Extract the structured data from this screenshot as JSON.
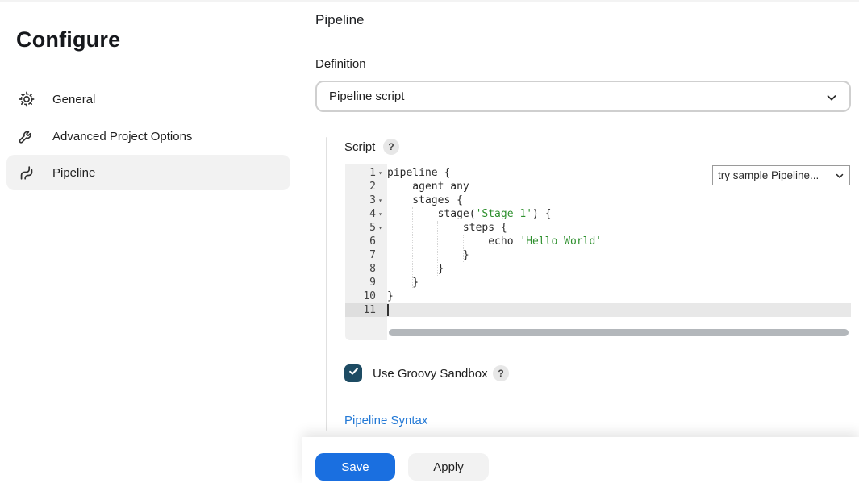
{
  "sidebar": {
    "title": "Configure",
    "items": [
      {
        "label": "General",
        "icon": "gear-icon",
        "selected": false
      },
      {
        "label": "Advanced Project Options",
        "icon": "wrench-icon",
        "selected": false
      },
      {
        "label": "Pipeline",
        "icon": "pipeline-icon",
        "selected": true
      }
    ]
  },
  "main": {
    "title": "Pipeline",
    "definition": {
      "label": "Definition",
      "selected_option": "Pipeline script"
    },
    "script_section": {
      "label": "Script",
      "help_icon": "?",
      "sample_dropdown_value": "try sample Pipeline...",
      "editor": {
        "active_line": 11,
        "lines": [
          {
            "num": "1",
            "fold": true,
            "segments": [
              {
                "text": "pipeline {",
                "type": "plain"
              }
            ]
          },
          {
            "num": "2",
            "fold": false,
            "segments": [
              {
                "text": "    agent any",
                "type": "plain"
              }
            ]
          },
          {
            "num": "3",
            "fold": true,
            "segments": [
              {
                "text": "    stages {",
                "type": "plain"
              }
            ]
          },
          {
            "num": "4",
            "fold": true,
            "segments": [
              {
                "text": "        stage(",
                "type": "plain"
              },
              {
                "text": "'Stage 1'",
                "type": "string"
              },
              {
                "text": ") {",
                "type": "plain"
              }
            ]
          },
          {
            "num": "5",
            "fold": true,
            "segments": [
              {
                "text": "            steps {",
                "type": "plain"
              }
            ]
          },
          {
            "num": "6",
            "fold": false,
            "segments": [
              {
                "text": "                echo ",
                "type": "plain"
              },
              {
                "text": "'Hello World'",
                "type": "string"
              }
            ]
          },
          {
            "num": "7",
            "fold": false,
            "segments": [
              {
                "text": "            }",
                "type": "plain"
              }
            ]
          },
          {
            "num": "8",
            "fold": false,
            "segments": [
              {
                "text": "        }",
                "type": "plain"
              }
            ]
          },
          {
            "num": "9",
            "fold": false,
            "segments": [
              {
                "text": "    }",
                "type": "plain"
              }
            ]
          },
          {
            "num": "10",
            "fold": false,
            "segments": [
              {
                "text": "}",
                "type": "plain"
              }
            ]
          },
          {
            "num": "11",
            "fold": false,
            "segments": []
          }
        ]
      }
    },
    "sandbox": {
      "label": "Use Groovy Sandbox",
      "checked": true,
      "help_icon": "?"
    },
    "syntax_link_label": "Pipeline Syntax"
  },
  "footer": {
    "save_label": "Save",
    "apply_label": "Apply"
  },
  "colors": {
    "accent_blue": "#1a6fe0",
    "link_blue": "#2379d6",
    "checkbox_navy": "#1d4b63",
    "string_green": "#2d8f2d",
    "gutter_gray": "#f0f0f0",
    "active_line_gray": "#e8e8e8",
    "selected_nav_gray": "#f2f2f2"
  }
}
